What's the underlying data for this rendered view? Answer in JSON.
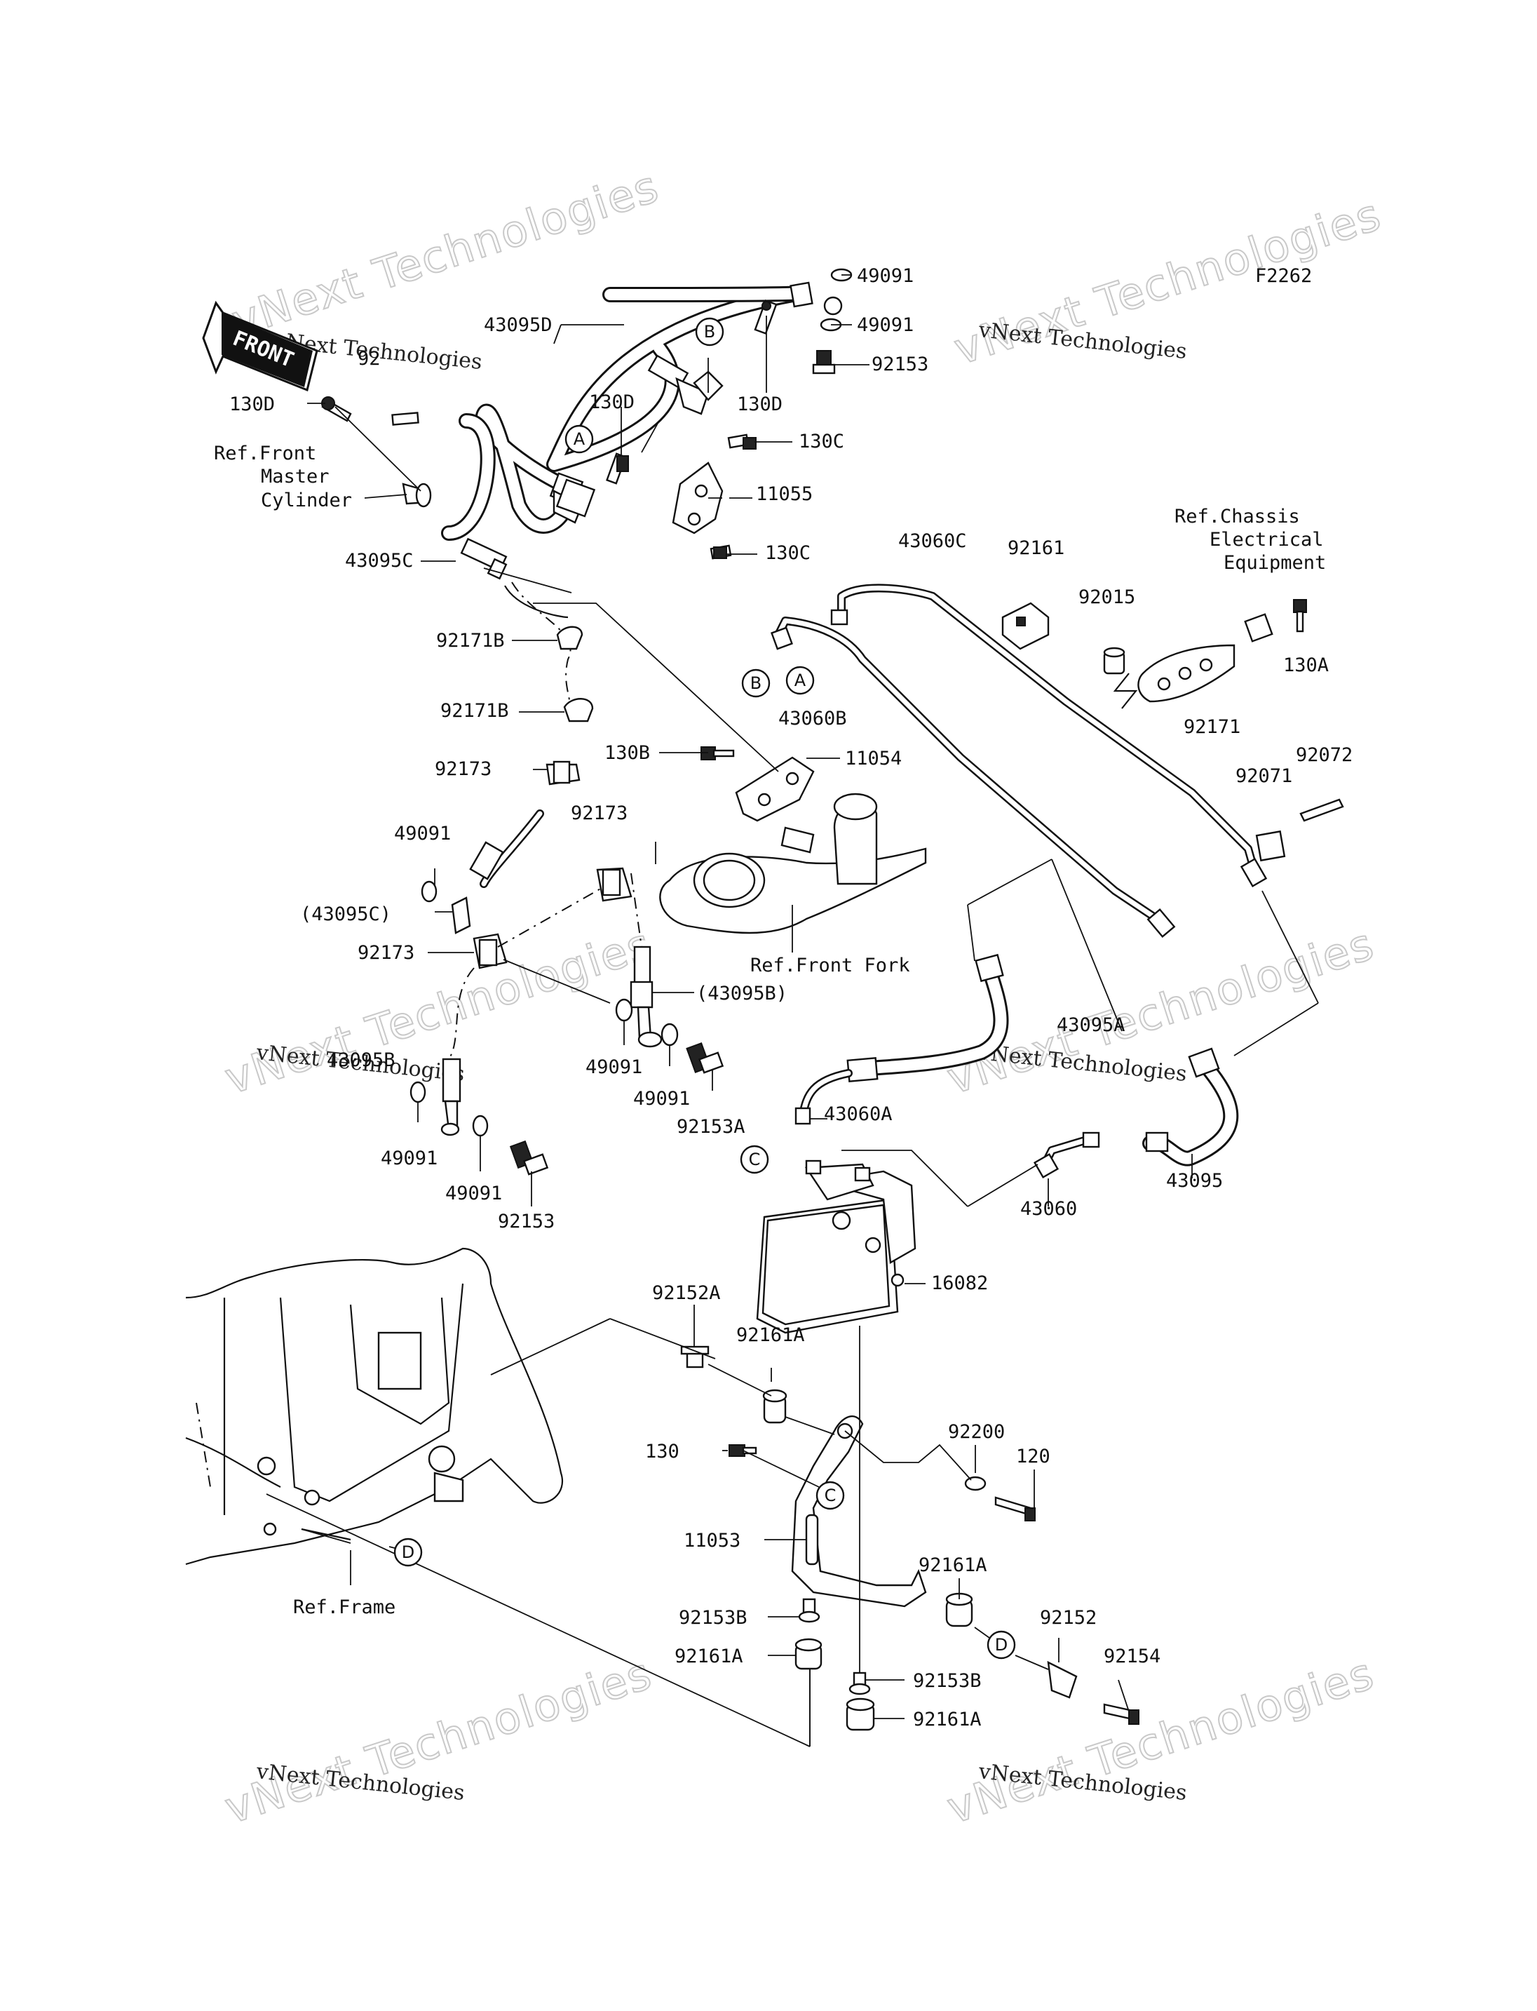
{
  "diagram_code": "F2262",
  "front_arrow_label": "FRONT",
  "watermark": {
    "big": "vNext Technologies",
    "small": "vNext Technologies"
  },
  "circle_refs": [
    "A",
    "B",
    "C",
    "D"
  ],
  "part_labels": {
    "p49091_a": "49091",
    "p43095D": "43095D",
    "p49091_b": "49091",
    "p92153_a": "92153",
    "p130D_a": "130D",
    "p130D_b": "130D",
    "p130D_c": "130D",
    "p130C_a": "130C",
    "p11055": "11055",
    "p130C_b": "130C",
    "p43095C": "43095C",
    "p92171B_a": "92171B",
    "p92171B_b": "92171B",
    "p92173_a": "92173",
    "p49091_c": "49091",
    "p43095C_paren": "(43095C)",
    "p92173_b": "92173",
    "p92173_c": "92173",
    "p43095B_paren": "(43095B)",
    "p49091_d": "49091",
    "p49091_e": "49091",
    "p92153A": "92153A",
    "p43095B": "43095B",
    "p49091_f": "49091",
    "p49091_g": "49091",
    "p92153_b": "92153",
    "p130B": "130B",
    "p11054": "11054",
    "p43060C": "43060C",
    "p92161": "92161",
    "p92015": "92015",
    "p43060B": "43060B",
    "p92171": "92171",
    "p130A": "130A",
    "p92071": "92071",
    "p92072": "92072",
    "p43095A": "43095A",
    "p43060A": "43060A",
    "p43060": "43060",
    "p43095": "43095",
    "p16082": "16082",
    "p92152A": "92152A",
    "p92161A_a": "92161A",
    "p92200": "92200",
    "p120": "120",
    "p130": "130",
    "p11053": "11053",
    "p92161A_b": "92161A",
    "p92152": "92152",
    "p92154": "92154",
    "p92153B_a": "92153B",
    "p92161A_c": "92161A",
    "p92153B_b": "92153B",
    "p92161A_d": "92161A",
    "p92_partial": "92"
  },
  "ref_labels": {
    "front_master_line1": "Ref.Front",
    "front_master_line2": "Master",
    "front_master_line3": "Cylinder",
    "chassis_line1": "Ref.Chassis",
    "chassis_line2": "Electrical",
    "chassis_line3": "Equipment",
    "front_fork": "Ref.Front Fork",
    "frame": "Ref.Frame"
  }
}
